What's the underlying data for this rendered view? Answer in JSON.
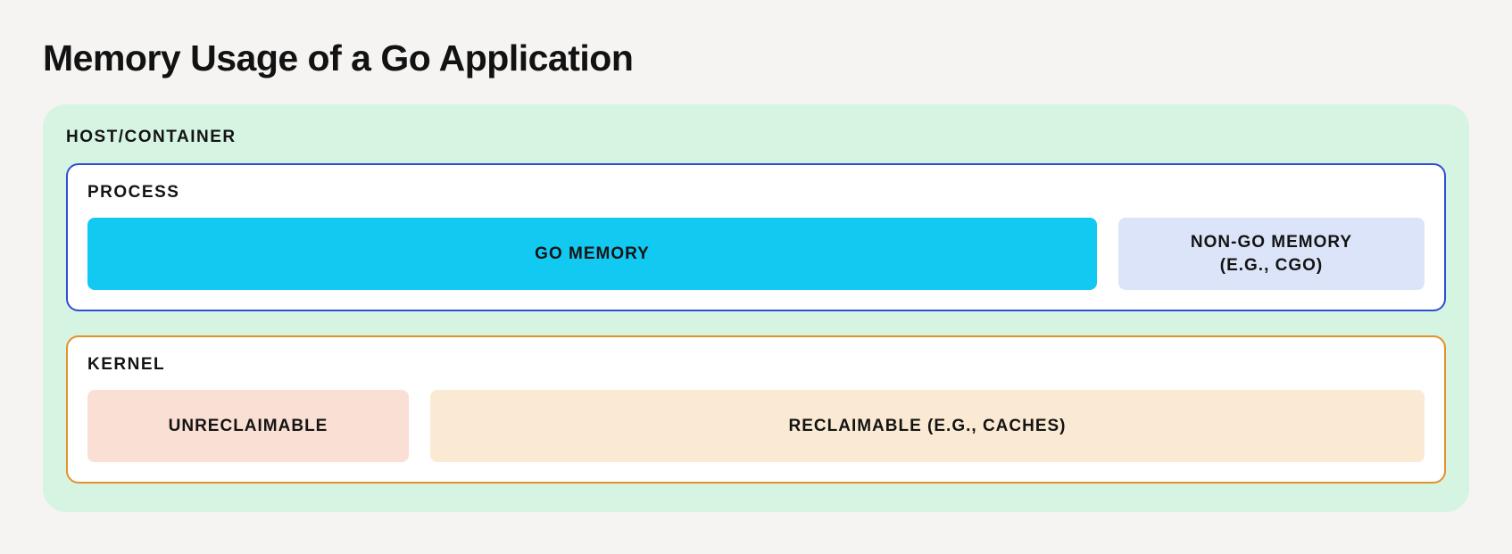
{
  "title": "Memory Usage of a Go Application",
  "diagram": {
    "host": {
      "label": "HOST/CONTAINER",
      "bg": "#d6f4e2"
    },
    "process": {
      "label": "PROCESS",
      "border_color": "#2e4fd5",
      "go_memory": {
        "label": "GO MEMORY",
        "bg": "#12c9f2"
      },
      "non_go_memory": {
        "label_line1": "NON-GO MEMORY",
        "label_line2": "(E.G., CGO)",
        "bg": "#dbe4f8"
      }
    },
    "kernel": {
      "label": "KERNEL",
      "border_color": "#e2922c",
      "unreclaimable": {
        "label": "UNRECLAIMABLE",
        "bg": "#fadfd4"
      },
      "reclaimable": {
        "label": "RECLAIMABLE (E.G., CACHES)",
        "bg": "#fbead3"
      }
    }
  }
}
